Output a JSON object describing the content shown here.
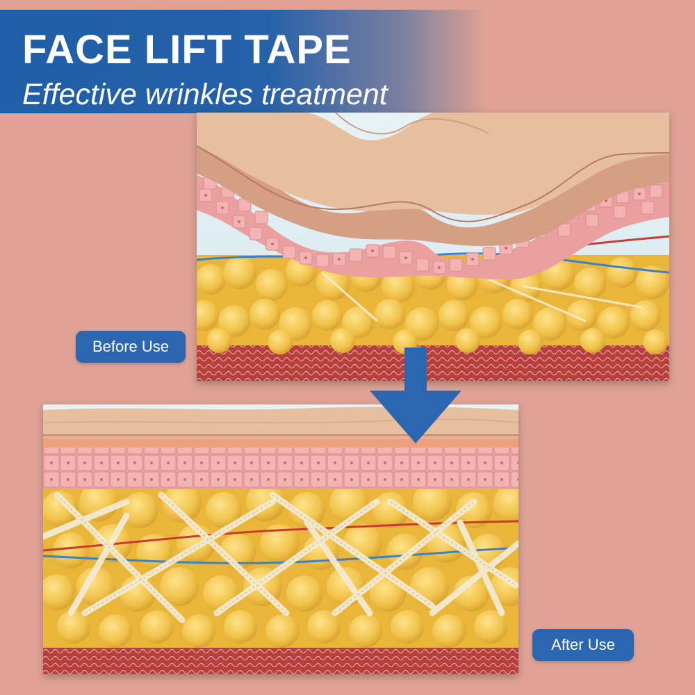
{
  "banner": {
    "title": "FACE LIFT TAPE",
    "subtitle": "Effective wrinkles treatment"
  },
  "labels": {
    "before": "Before Use",
    "after": "After Use"
  },
  "colors": {
    "background": "#dfa295",
    "brand_blue": "#2d66b0",
    "skin_surface": "#e6bf9f",
    "skin_cells": "#f2aeae",
    "fat_cells": "#f1c44c",
    "collagen_fibers": "#f3ead0",
    "blood_vessel_red": "#c93a33",
    "blood_vessel_blue": "#3b82c4"
  },
  "icons": {
    "arrow": "arrow-down-icon"
  }
}
